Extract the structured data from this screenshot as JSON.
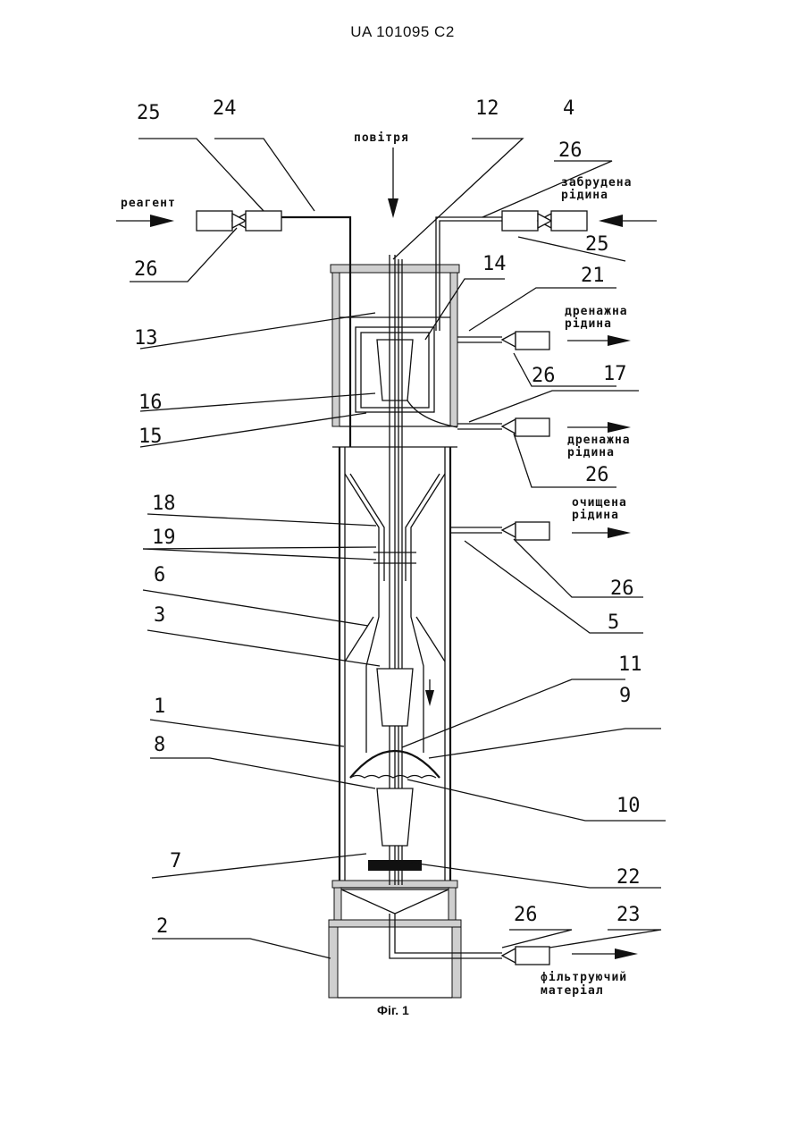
{
  "header": "UA   101095   C2",
  "caption": "Фіг. 1",
  "labels": {
    "air": "повітря",
    "reagent": "реагент",
    "dirty_line1": "забрудена",
    "dirty_line2": "рідина",
    "drain1_line1": "дренажна",
    "drain1_line2": "рідина",
    "drain2_line1": "дренажна",
    "drain2_line2": "рідина",
    "clean_line1": "очищена",
    "clean_line2": "рідина",
    "filter_line1": "фільтруючий",
    "filter_line2": "матеріал"
  },
  "refs": {
    "r25_top": "25",
    "r24": "24",
    "r12": "12",
    "r4": "4",
    "r26_top": "26",
    "r26_left": "26",
    "r25_right": "25",
    "r14": "14",
    "r21": "21",
    "r13": "13",
    "r26_drain1": "26",
    "r17": "17",
    "r16": "16",
    "r15": "15",
    "r26_drain2": "26",
    "r18": "18",
    "r19": "19",
    "r26_clean": "26",
    "r6": "6",
    "r5": "5",
    "r3": "3",
    "r11": "11",
    "r1": "1",
    "r9": "9",
    "r8": "8",
    "r10": "10",
    "r7": "7",
    "r22": "22",
    "r26_bottom": "26",
    "r23": "23",
    "r2": "2"
  }
}
